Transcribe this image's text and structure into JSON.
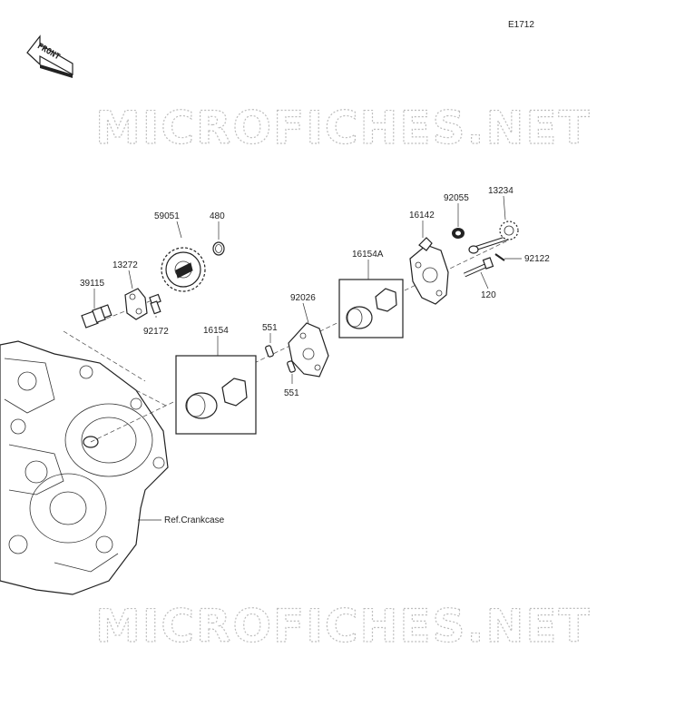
{
  "diagram_code": "E1712",
  "front_arrow_label": "FRONT",
  "watermark": "MICROFICHES.NET",
  "reference_label": "Ref.Crankcase",
  "parts": {
    "p59051": "59051",
    "p480": "480",
    "p13272": "13272",
    "p39115": "39115",
    "p92172": "92172",
    "p16154": "16154",
    "p551a": "551",
    "p551b": "551",
    "p92026": "92026",
    "p16154A": "16154A",
    "p16142": "16142",
    "p92055": "92055",
    "p13234": "13234",
    "p92122": "92122",
    "p120": "120"
  }
}
